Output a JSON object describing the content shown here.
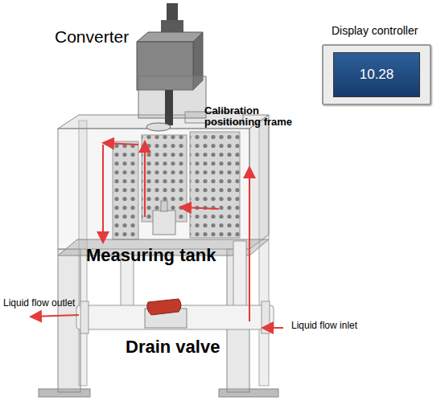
{
  "diagram": {
    "nodes": [
      {
        "text": [
          "Display controller",
          "10.28"
        ]
      }
    ],
    "labels": [
      "Converter",
      "Calibration positioning frame",
      "Measuring tank",
      "Liquid flow outlet",
      "Liquid flow inlet",
      "Drain valve"
    ]
  }
}
